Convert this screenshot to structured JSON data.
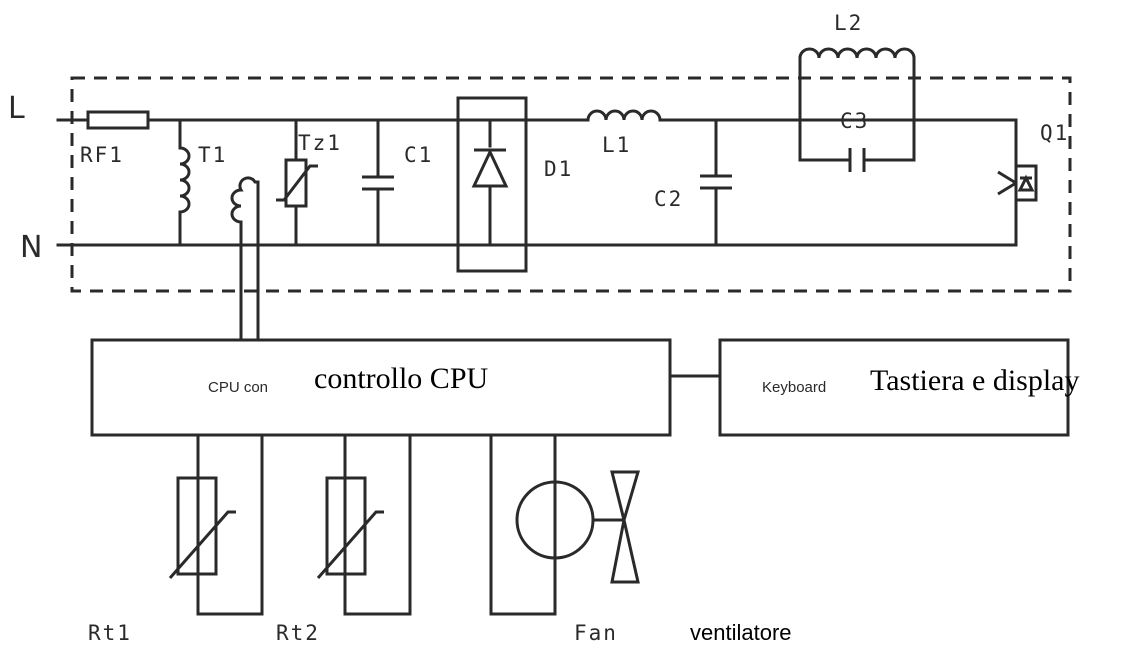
{
  "lines": {
    "live": "L",
    "neutral": "N"
  },
  "components": {
    "fuse": "RF1",
    "transformer": "T1",
    "varistor": "Tz1",
    "cap1": "C1",
    "bridge": "D1",
    "inductor1": "L1",
    "cap2": "C2",
    "inductor2": "L2",
    "cap3": "C3",
    "igbt": "Q1",
    "thermistor1": "Rt1",
    "thermistor2": "Rt2",
    "fan": "Fan"
  },
  "blocks": {
    "cpu_original": "CPU con",
    "cpu_translation": "controllo CPU",
    "keyboard_original": "Keyboard",
    "keyboard_translation": "Tastiera e display",
    "fan_translation": "ventilatore"
  }
}
